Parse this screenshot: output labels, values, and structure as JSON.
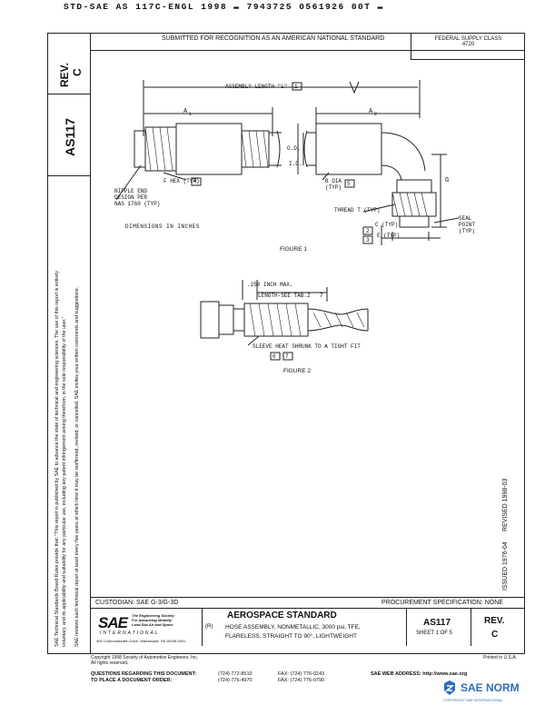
{
  "top_banner": "STD-SAE AS 117C-ENGL 1998 ▬ 7943725 0561926 00T ▬",
  "header": {
    "submitted": "SUBMITTED FOR RECOGNITION AS AN AMERICAN NATIONAL STANDARD",
    "federal_supply_class": "FEDERAL SUPPLY CLASS",
    "fsc_number": "4720"
  },
  "side": {
    "rev_label": "REV.",
    "rev_value": "C",
    "doc_number": "AS117",
    "issued": "ISSUED 1976-04",
    "revised": "REVISED 1998-03",
    "disclaimer": [
      "SAE Technical Standards Board Rules provide that: \"This report is published by SAE to advance the state of technical and engineering sciences. The use of this report is entirely",
      "voluntary, and its applicability and suitability for any particular use, including any patent infringement arising therefrom, is the sole responsibility of the user.\"",
      "SAE reviews each technical report at least every five years at which time it may be reaffirmed, revised, or cancelled. SAE invites your written comments and suggestions."
    ]
  },
  "figure1": {
    "assembly_length": "ASSEMBLY LENGTH \"L\"",
    "assembly_length_ref": "1",
    "a1": "A",
    "a1_sub": "1",
    "a2": "A",
    "a2_sub": "2",
    "hex": "F HEX (TYP)",
    "hex_ref": "4",
    "nipple": [
      "NIPPLE END",
      "DESIGN PER",
      "NAS 1760 (TYP)"
    ],
    "od": "O.D.",
    "id": "I.D.",
    "b_dia": "B DIA",
    "b_dia_typ": "(TYP)",
    "b_dia_ref": "5",
    "thread": "THREAD T (TYP)",
    "c_typ": "C (TYP)",
    "c_ref": "2",
    "e_typ": "E (TYP)",
    "e_ref": "3",
    "g": "G",
    "seal": [
      "SEAL",
      "POINT",
      "(TYP)"
    ],
    "dimensions": "DIMENSIONS IN INCHES",
    "caption": "FIGURE 1"
  },
  "figure2": {
    "max": ".250 INCH MAX.",
    "length": "LENGTH-SEE TAB.2",
    "length_ref": "7",
    "sleeve": "SLEEVE HEAT SHRUNK TO A TIGHT FIT",
    "ref_a": "6",
    "ref_b": "7",
    "caption": "FIGURE 2"
  },
  "footer": {
    "custodian": "CUSTODIAN:  SAE G-3/G-3D",
    "procurement": "PROCUREMENT SPECIFICATION: NONE",
    "sae_logo": "SAE",
    "sae_tag": [
      "The Engineering Society",
      "For Advancing Mobility",
      "Land Sea Air and Space"
    ],
    "sae_intl": "INTERNATIONAL",
    "sae_address": "400 Commonwealth Drive, Warrendale, PA 15096-0001",
    "aerospace": "AEROSPACE STANDARD",
    "r_mark": "(R)",
    "title_line1": "HOSE ASSEMBLY, NONMETALLIC, 3000 psi, TFE,",
    "title_line2": "FLARELESS, STRAIGHT TO 90°, LIGHTWEIGHT",
    "doc": "AS117",
    "sheet": "SHEET 1 OF 5",
    "rev_label": "REV.",
    "rev": "C",
    "copyright": "Copyright 1998 Society of Automotive Engineers, Inc.",
    "rights": "All rights reserved.",
    "printed": "Printed in U.S.A.",
    "questions_label": "QUESTIONS REGARDING THIS DOCUMENT:",
    "place_order": "TO PLACE A DOCUMENT ORDER:",
    "phone1": "(724) 772-8510",
    "phone2": "(724) 776-4970",
    "fax1": "FAX: (724) 776-0243",
    "fax2": "FAX: (724) 776-0790",
    "web": "SAE WEB ADDRESS:  http://www.sae.org",
    "sae_norm": "SAE NORM",
    "watermark_sub": "COPYRIGHT SAE INTERNATIONAL"
  }
}
